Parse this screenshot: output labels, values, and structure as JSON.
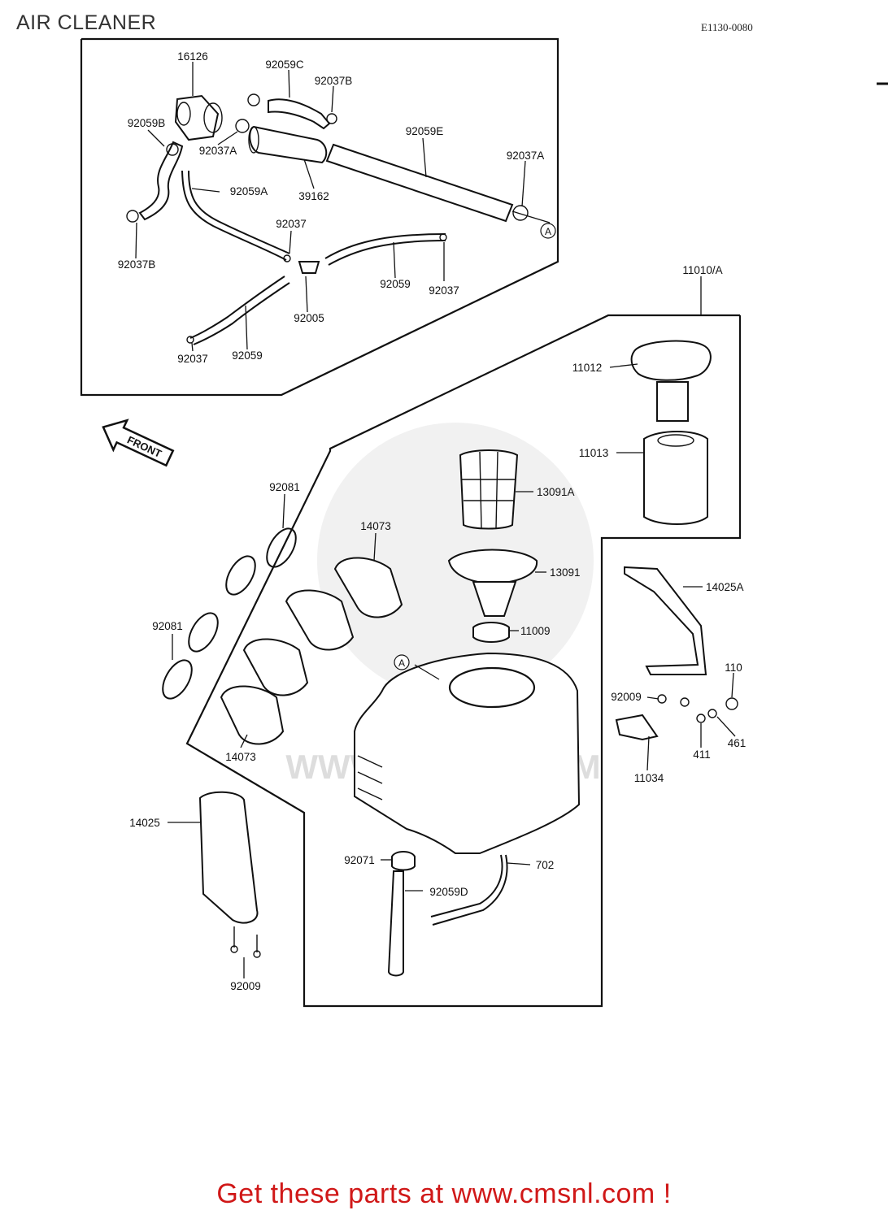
{
  "header": {
    "title": "AIR CLEANER",
    "diagram_code": "E1130-0080"
  },
  "footer": {
    "text": "Get these parts at www.cmsnl.com !"
  },
  "watermark": {
    "text": "WWW.CMSNL.COM"
  },
  "front_arrow": {
    "label": "FRONT"
  },
  "callouts": [
    {
      "id": "c1",
      "text": "16126"
    },
    {
      "id": "c2",
      "text": "92059C"
    },
    {
      "id": "c3",
      "text": "92037B"
    },
    {
      "id": "c4",
      "text": "92059B"
    },
    {
      "id": "c5",
      "text": "92037A"
    },
    {
      "id": "c6",
      "text": "92059E"
    },
    {
      "id": "c7",
      "text": "92037A"
    },
    {
      "id": "c8",
      "text": "92059A"
    },
    {
      "id": "c9",
      "text": "39162"
    },
    {
      "id": "c10",
      "text": "92037"
    },
    {
      "id": "c11",
      "text": "92037B"
    },
    {
      "id": "c12",
      "text": "92059"
    },
    {
      "id": "c13",
      "text": "92037"
    },
    {
      "id": "c14",
      "text": "92005"
    },
    {
      "id": "c15",
      "text": "92037"
    },
    {
      "id": "c16",
      "text": "92059"
    },
    {
      "id": "c17",
      "text": "11010/A"
    },
    {
      "id": "c18",
      "text": "11012"
    },
    {
      "id": "c19",
      "text": "11013"
    },
    {
      "id": "c20",
      "text": "92081"
    },
    {
      "id": "c21",
      "text": "14073"
    },
    {
      "id": "c22",
      "text": "13091A"
    },
    {
      "id": "c23",
      "text": "13091"
    },
    {
      "id": "c24",
      "text": "14025A"
    },
    {
      "id": "c25",
      "text": "11009"
    },
    {
      "id": "c26",
      "text": "92081"
    },
    {
      "id": "c27",
      "text": "110"
    },
    {
      "id": "c28",
      "text": "92009"
    },
    {
      "id": "c29",
      "text": "14073"
    },
    {
      "id": "c30",
      "text": "411"
    },
    {
      "id": "c31",
      "text": "461"
    },
    {
      "id": "c32",
      "text": "11034"
    },
    {
      "id": "c33",
      "text": "14025"
    },
    {
      "id": "c34",
      "text": "92071"
    },
    {
      "id": "c35",
      "text": "702"
    },
    {
      "id": "c36",
      "text": "92059D"
    },
    {
      "id": "c37",
      "text": "92009"
    }
  ],
  "reference_markers": [
    {
      "id": "m1",
      "text": "A"
    },
    {
      "id": "m2",
      "text": "A"
    }
  ]
}
